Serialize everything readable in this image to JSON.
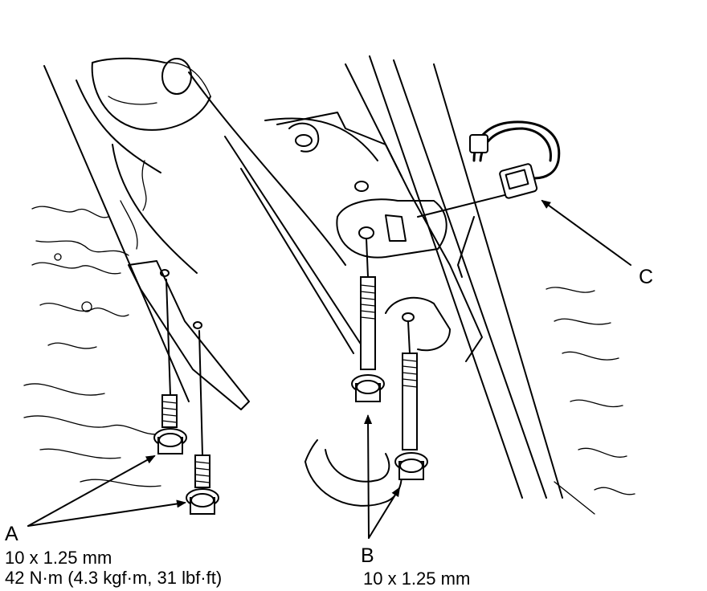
{
  "labels": {
    "a": {
      "letter": "A",
      "size": "10 x 1.25 mm",
      "torque": "42 N·m (4.3 kgf·m, 31 lbf·ft)"
    },
    "b": {
      "letter": "B",
      "size": "10 x 1.25 mm"
    },
    "c": {
      "letter": "C"
    }
  }
}
